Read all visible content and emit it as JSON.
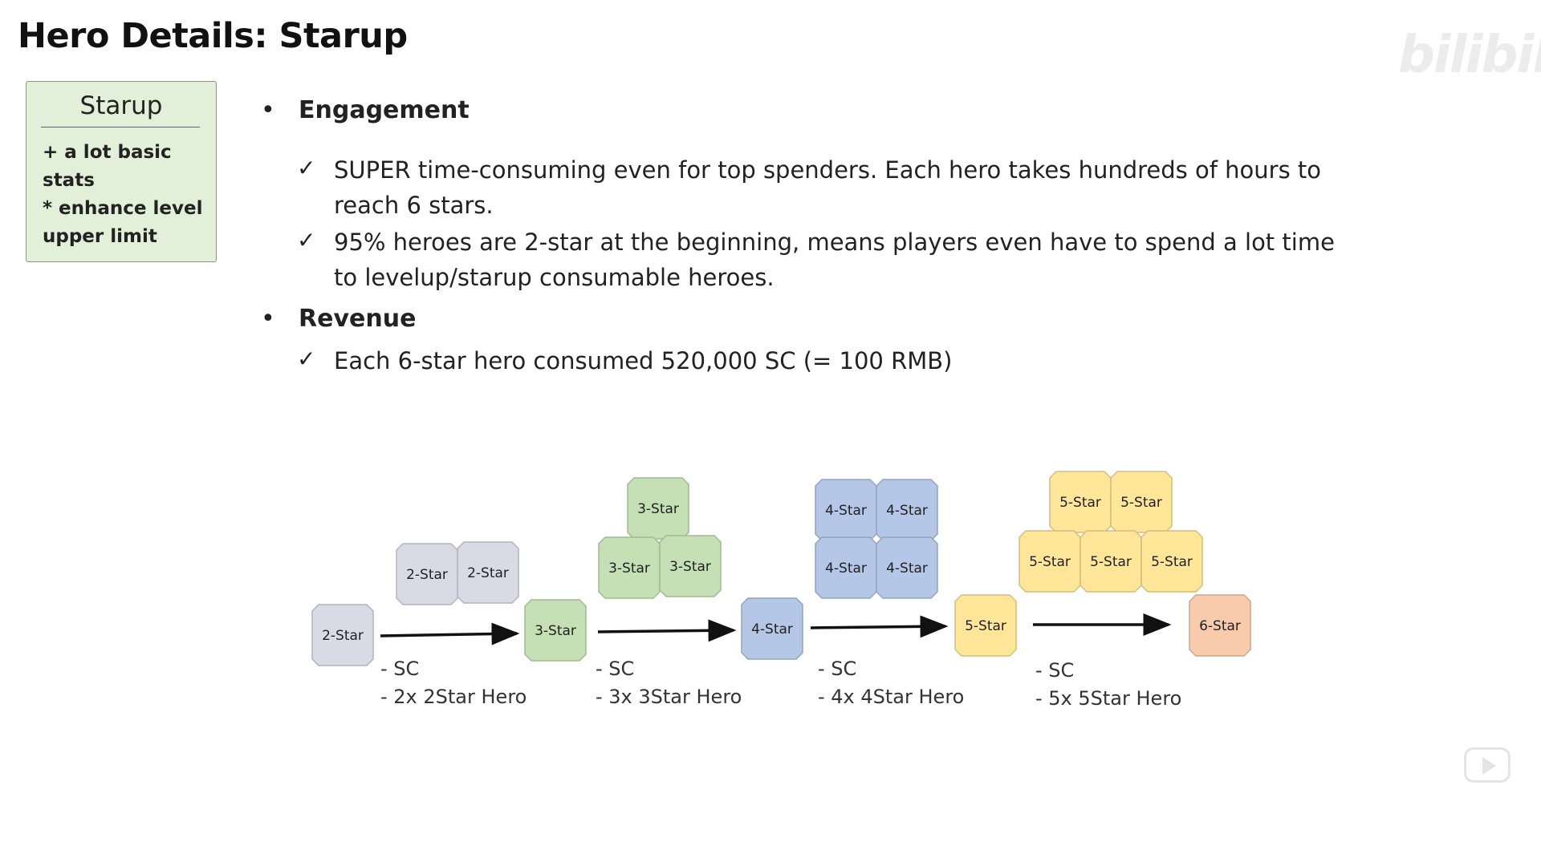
{
  "title": "Hero Details: Starup",
  "watermark": "bilibili",
  "sidebox": {
    "title": "Starup",
    "line1": "+ a  lot basic stats",
    "line2": "* enhance level",
    "line3": "upper limit"
  },
  "sections": {
    "engagement": {
      "heading": "Engagement",
      "items": [
        "SUPER time-consuming even for top spenders. Each hero takes hundreds of hours to reach 6 stars.",
        "95% heroes are 2-star at the beginning, means players even have to spend a lot time to levelup/starup consumable heroes."
      ]
    },
    "revenue": {
      "heading": "Revenue",
      "items": [
        "Each 6-star hero consumed 520,000 SC (= 100 RMB)"
      ]
    }
  },
  "diagram": {
    "colors": {
      "2-Star": "#d8dbe6",
      "3-Star": "#c5e0b4",
      "4-Star": "#b4c7e7",
      "5-Star": "#ffe699",
      "6-Star": "#f8cbad"
    },
    "stages": [
      {
        "from": "2-Star",
        "to": "3-Star",
        "cost_line1": "- SC",
        "cost_line2": "- 2x 2Star Hero",
        "consumed_label": "2-Star",
        "consumed_count": 2
      },
      {
        "from": "3-Star",
        "to": "4-Star",
        "cost_line1": "- SC",
        "cost_line2": "- 3x 3Star Hero",
        "consumed_label": "3-Star",
        "consumed_count": 3
      },
      {
        "from": "4-Star",
        "to": "5-Star",
        "cost_line1": "- SC",
        "cost_line2": "- 4x 4Star Hero",
        "consumed_label": "4-Star",
        "consumed_count": 4
      },
      {
        "from": "5-Star",
        "to": "6-Star",
        "cost_line1": "- SC",
        "cost_line2": "- 5x 5Star Hero",
        "consumed_label": "5-Star",
        "consumed_count": 5
      }
    ],
    "tiers": [
      "2-Star",
      "3-Star",
      "4-Star",
      "5-Star",
      "6-Star"
    ]
  }
}
